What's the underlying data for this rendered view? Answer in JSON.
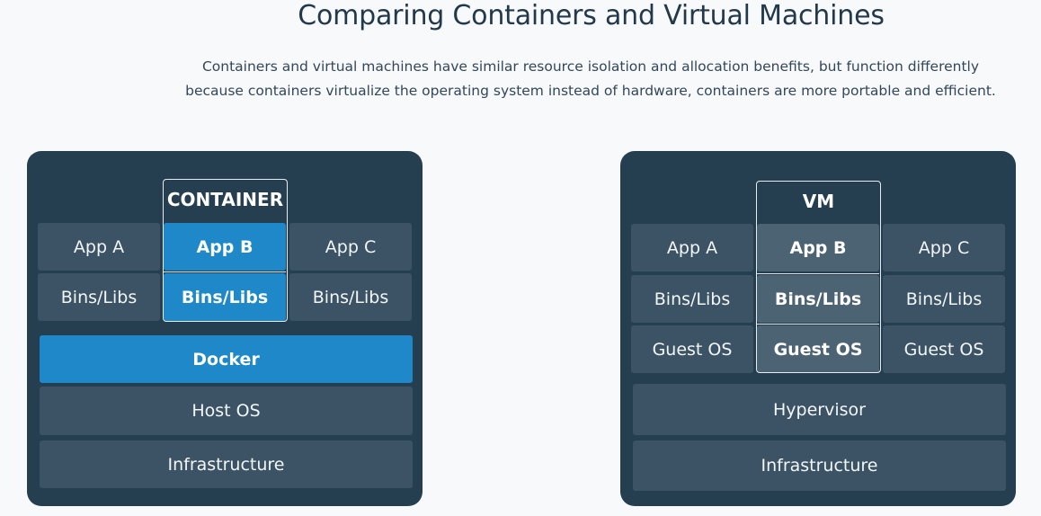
{
  "header": {
    "title": "Comparing Containers and Virtual Machines",
    "subtitle": "Containers and virtual machines have similar resource isolation and allocation benefits, but function differently because containers virtualize the operating system instead of hardware, containers are more portable and efficient."
  },
  "containers": {
    "frame_label": "CONTAINER",
    "apps": [
      "App A",
      "App B",
      "App C"
    ],
    "bins": [
      "Bins/Libs",
      "Bins/Libs",
      "Bins/Libs"
    ],
    "engine": "Docker",
    "host_os": "Host OS",
    "infrastructure": "Infrastructure"
  },
  "vms": {
    "frame_label": "VM",
    "apps": [
      "App A",
      "App B",
      "App C"
    ],
    "bins": [
      "Bins/Libs",
      "Bins/Libs",
      "Bins/Libs"
    ],
    "guest_os": [
      "Guest OS",
      "Guest OS",
      "Guest OS"
    ],
    "hypervisor": "Hypervisor",
    "infrastructure": "Infrastructure"
  },
  "colors": {
    "panel": "#253f51",
    "block": "#3b5365",
    "highlight_blue": "#1e88c9",
    "highlight_grey": "#4c6373"
  }
}
